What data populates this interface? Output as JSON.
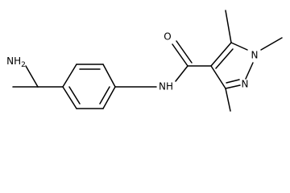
{
  "structure": {
    "labels": {
      "amine": "NH",
      "amine_sub": "2",
      "amide_nh": "NH",
      "carbonyl_o": "O",
      "pyrazole_n1": "N",
      "pyrazole_n2": "N"
    },
    "colors": {
      "bond": "#000000",
      "text": "#000000",
      "background": "#ffffff"
    }
  }
}
